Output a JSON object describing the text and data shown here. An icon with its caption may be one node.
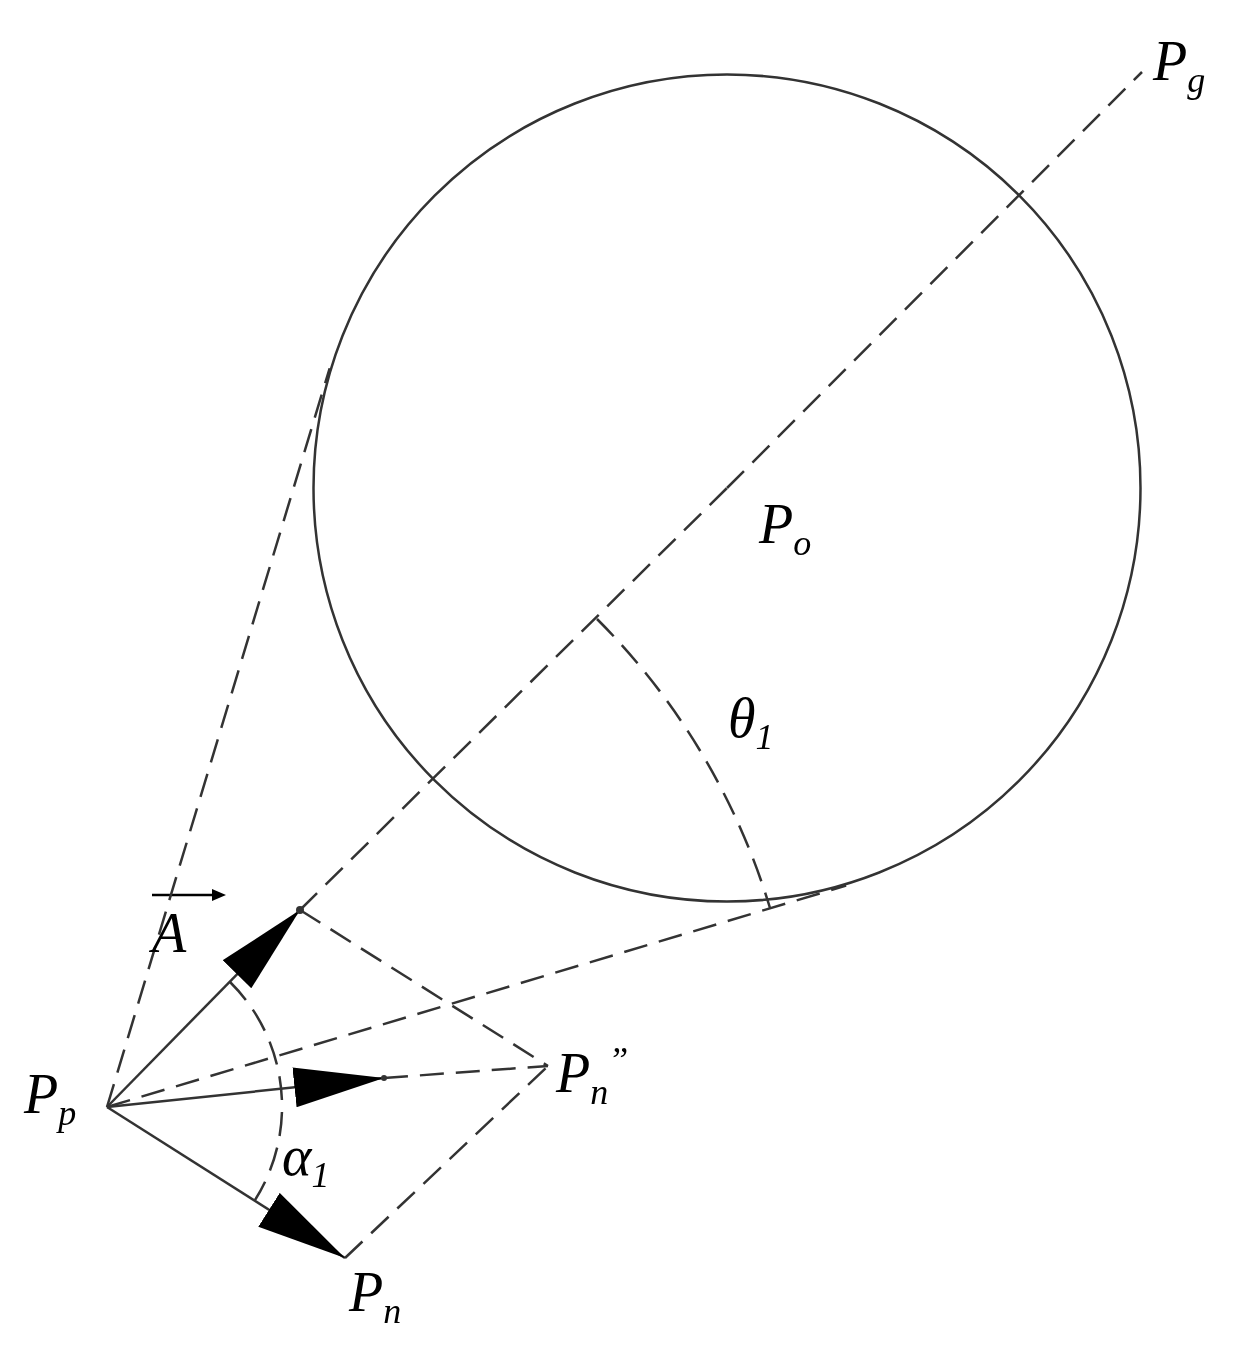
{
  "diagram": {
    "nodes": [
      {
        "text": [
          "P$_{p}$"
        ]
      },
      {
        "text": [
          "P$_{g}$"
        ]
      },
      {
        "text": [],
        "shape": "circle"
      },
      {
        "text": [
          "P$_{o}$"
        ],
        "in": 2
      },
      {
        "text": [
          "P$_{n}$$^{”}$"
        ]
      },
      {
        "text": [
          "P$_{n}$"
        ]
      },
      {
        "text": [],
        "shape": "point"
      },
      {
        "text": [],
        "shape": "point"
      }
    ],
    "edges": [
      {
        "from": 0,
        "to": 6,
        "arrow": "to",
        "label": "A"
      },
      {
        "from": 0,
        "to": 7,
        "arrow": "to"
      },
      {
        "from": 7,
        "to": 4,
        "arrow": "none",
        "style": "dashed"
      },
      {
        "from": 0,
        "to": 5,
        "arrow": "to"
      },
      {
        "from": 6,
        "to": 3,
        "arrow": "none",
        "style": "dashed"
      },
      {
        "from": 3,
        "to": 1,
        "arrow": "none",
        "style": "dashed"
      },
      {
        "from": 6,
        "to": 4,
        "arrow": "none",
        "style": "dashed"
      },
      {
        "from": 5,
        "to": 4,
        "arrow": "none",
        "style": "dashed"
      },
      {
        "from": 0,
        "to": 2,
        "arrow": "none",
        "style": "dashed"
      },
      {
        "from": 0,
        "to": 2,
        "arrow": "none",
        "style": "dashed"
      }
    ],
    "labels": [
      "θ$_{1}$",
      "α$_{1}$"
    ]
  }
}
